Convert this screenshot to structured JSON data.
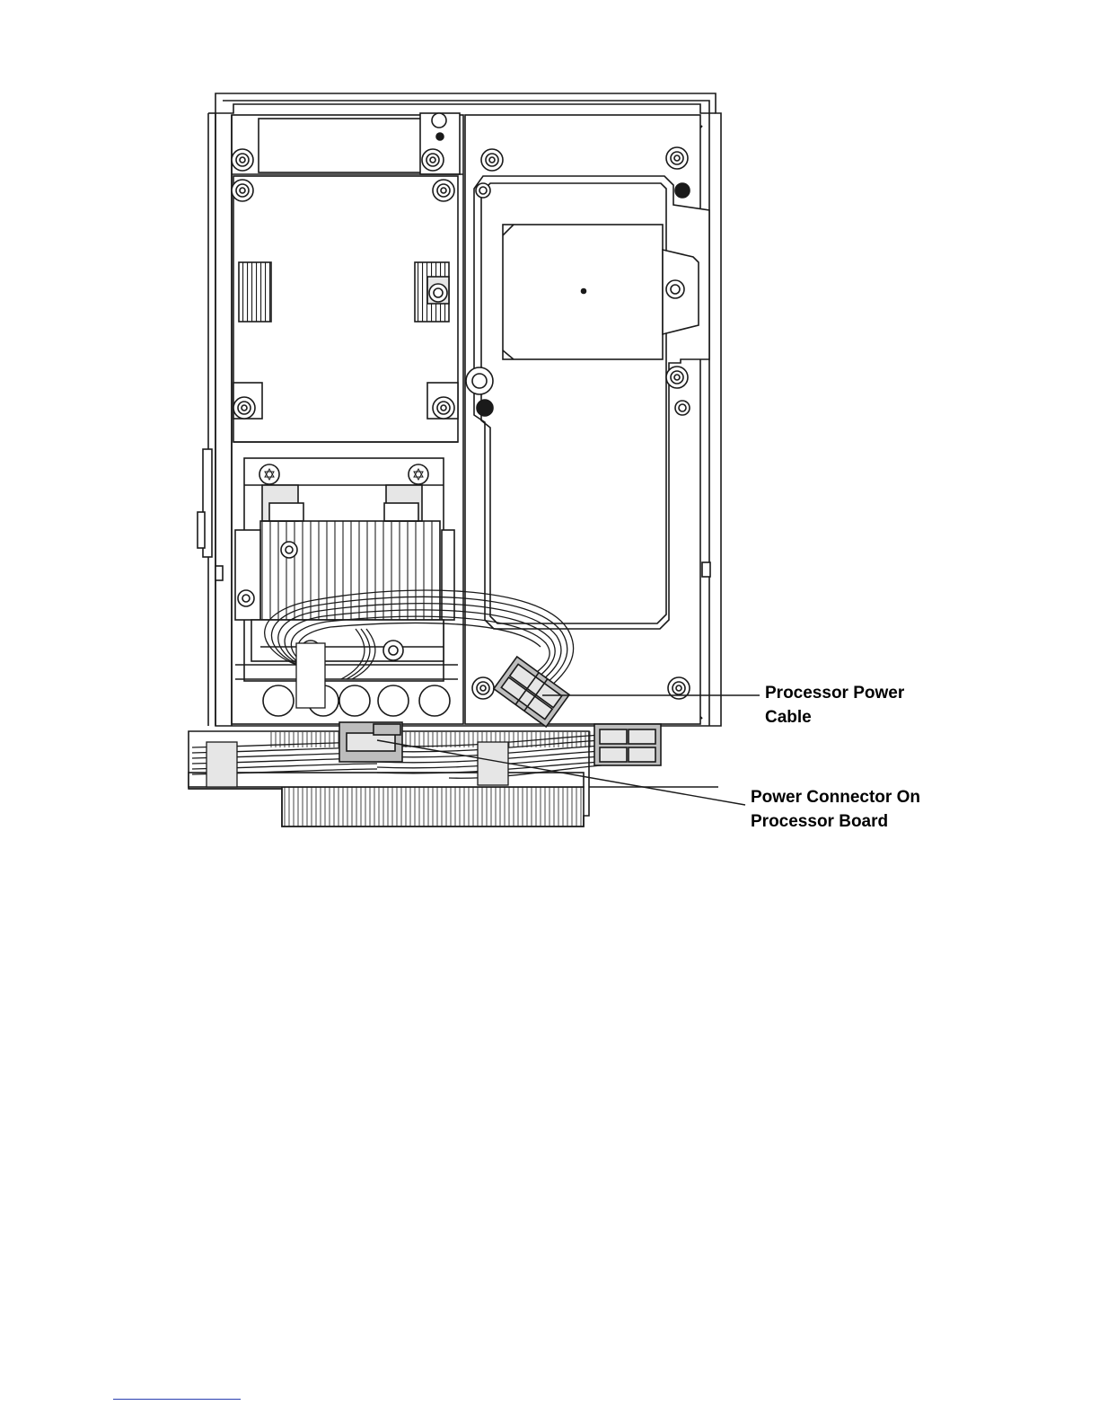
{
  "diagram": {
    "callouts": [
      {
        "id": "processor-power-cable",
        "lines": [
          "Processor Power",
          "Cable"
        ]
      },
      {
        "id": "power-connector-on-processor-board",
        "lines": [
          "Power Connector On",
          "Processor Board"
        ]
      }
    ]
  },
  "colors": {
    "line": "#1a1a1a",
    "fill_light": "#e6e6e6",
    "fill_mid": "#bdbdbd",
    "fill_dark": "#1a1a1a",
    "footer_rule": "#2a3fb0"
  }
}
